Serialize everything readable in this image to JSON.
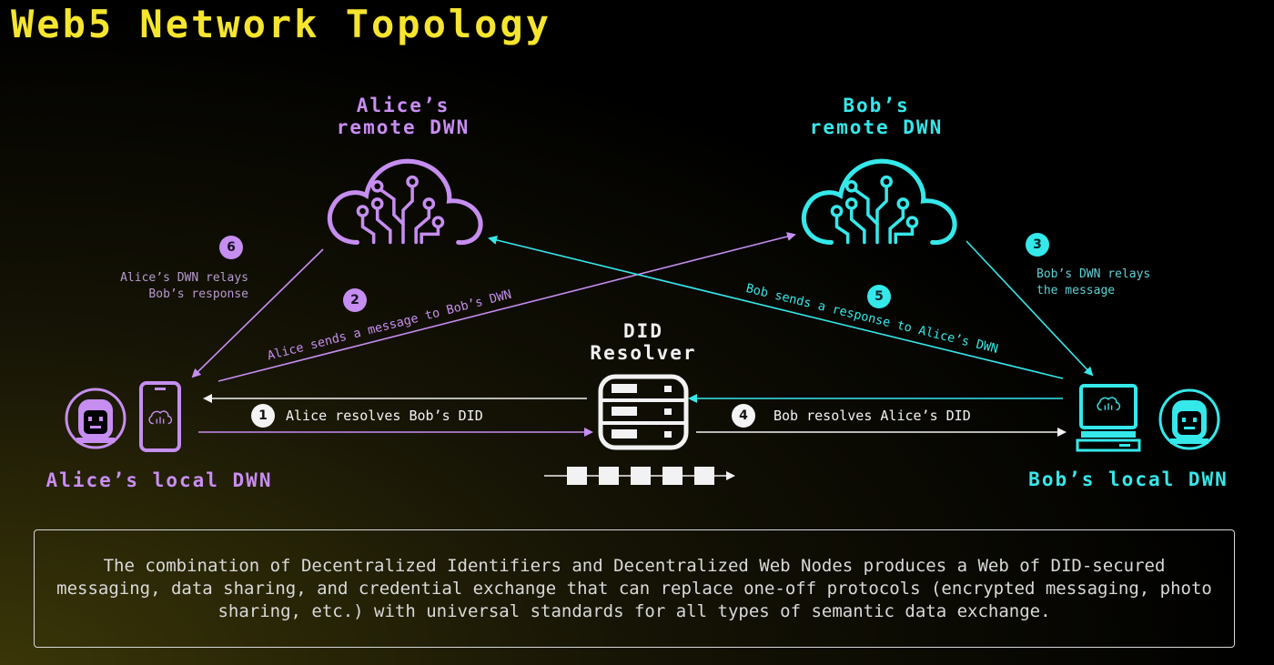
{
  "title": "Web5 Network Topology",
  "nodes": {
    "alice_remote": {
      "line1": "Alice’s",
      "line2": "remote DWN"
    },
    "bob_remote": {
      "line1": "Bob’s",
      "line2": "remote DWN"
    },
    "did_resolver": {
      "line1": "DID",
      "line2": "Resolver"
    },
    "alice_local": {
      "label": "Alice’s local DWN"
    },
    "bob_local": {
      "label": "Bob’s local DWN"
    }
  },
  "steps": [
    {
      "number": "1",
      "label": "Alice resolves Bob’s DID"
    },
    {
      "number": "2",
      "label": "Alice sends a message to Bob’s DWN"
    },
    {
      "number": "3",
      "label_line1": "Bob’s DWN relays",
      "label_line2": "the message"
    },
    {
      "number": "4",
      "label": "Bob resolves Alice’s DID"
    },
    {
      "number": "5",
      "label": "Bob sends a response to Alice’s DWN"
    },
    {
      "number": "6",
      "label_line1": "Alice’s DWN relays",
      "label_line2": "Bob’s response"
    }
  ],
  "summary": "The combination of Decentralized Identifiers and Decentralized Web Nodes produces a Web of DID-secured messaging, data sharing, and credential exchange that can replace one-off protocols (encrypted messaging, photo sharing, etc.) with universal standards for all types of semantic data exchange.",
  "colors": {
    "title": "#f5e52e",
    "alice": "#c68ef0",
    "bob": "#35e8ea",
    "resolver": "#f2f2f2"
  },
  "icons": {
    "alice_cloud": "circuit-cloud-icon",
    "bob_cloud": "circuit-cloud-icon",
    "resolver": "database-server-icon",
    "alice_avatar": "pixel-avatar-icon",
    "alice_device": "smartphone-icon",
    "bob_device": "desktop-computer-icon",
    "bob_avatar": "pixel-avatar-icon"
  }
}
